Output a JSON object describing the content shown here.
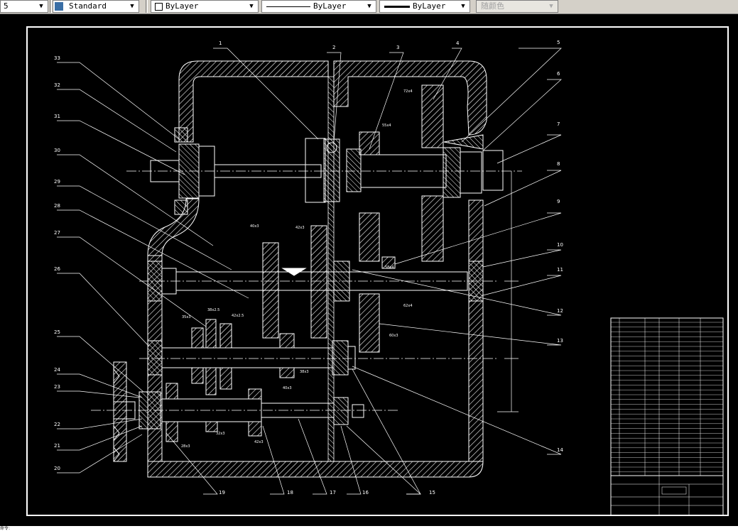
{
  "toolbar": {
    "layer_prefix": "5",
    "text_style": "Standard",
    "color": "ByLayer",
    "linetype": "ByLayer",
    "lineweight": "ByLayer",
    "plot_style": "随颜色"
  },
  "drawing": {
    "balloons_left": [
      "33",
      "32",
      "31",
      "30",
      "29",
      "28",
      "27",
      "26",
      "25",
      "24",
      "23",
      "22",
      "21",
      "20"
    ],
    "balloons_top": [
      "1",
      "2",
      "3",
      "4",
      "5"
    ],
    "balloons_right": [
      "6",
      "7",
      "8",
      "9",
      "10",
      "11",
      "12",
      "13",
      "14"
    ],
    "balloons_bottom": [
      "19",
      "18",
      "17",
      "16",
      "15"
    ],
    "gear_labels": [
      "72x4",
      "55x4",
      "40x3",
      "42x3",
      "35x3",
      "40x3",
      "60x3",
      "38x2.5",
      "42x2.5",
      "62x4",
      "58x4",
      "32x3",
      "42x3",
      "38x3",
      "28x3"
    ]
  },
  "status": {
    "text": "命令:"
  }
}
